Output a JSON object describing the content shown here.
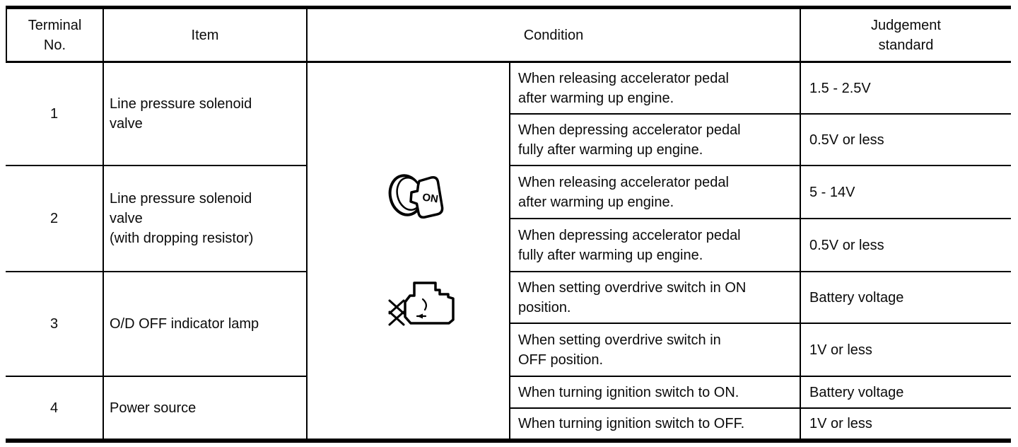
{
  "page": {
    "background": "#ffffff",
    "line_color": "#000000",
    "text_color": "#0b0b0b"
  },
  "table": {
    "headers": {
      "terminal": "Terminal\nNo.",
      "item": "Item",
      "condition": "Condition",
      "judgement": "Judgement\nstandard"
    },
    "icons": [
      {
        "name": "ignition-key-on-icon",
        "label": "ON"
      },
      {
        "name": "harness-connector-icon",
        "label": ""
      }
    ],
    "groups": [
      {
        "terminal": "1",
        "item": "Line pressure solenoid\nvalve",
        "rows": [
          {
            "condition": "When releasing accelerator pedal\nafter warming up engine.",
            "judgement": "1.5 - 2.5V"
          },
          {
            "condition": "When depressing accelerator pedal\nfully after warming up engine.",
            "judgement": "0.5V or less"
          }
        ]
      },
      {
        "terminal": "2",
        "item": "Line pressure solenoid\nvalve\n(with dropping resistor)",
        "rows": [
          {
            "condition": "When releasing accelerator pedal\nafter warming up engine.",
            "judgement": "5 - 14V"
          },
          {
            "condition": "When depressing accelerator pedal\nfully after warming up engine.",
            "judgement": "0.5V or less"
          }
        ]
      },
      {
        "terminal": "3",
        "item": "O/D OFF indicator lamp",
        "rows": [
          {
            "condition": "When setting overdrive switch in ON\nposition.",
            "judgement": "Battery voltage"
          },
          {
            "condition": "When setting overdrive switch in\nOFF position.",
            "judgement": "1V or less"
          }
        ]
      },
      {
        "terminal": "4",
        "item": "Power source",
        "rows": [
          {
            "condition": "When turning ignition switch to ON.",
            "judgement": "Battery voltage"
          },
          {
            "condition": "When turning ignition switch to OFF.",
            "judgement": "1V or less"
          }
        ]
      }
    ]
  }
}
